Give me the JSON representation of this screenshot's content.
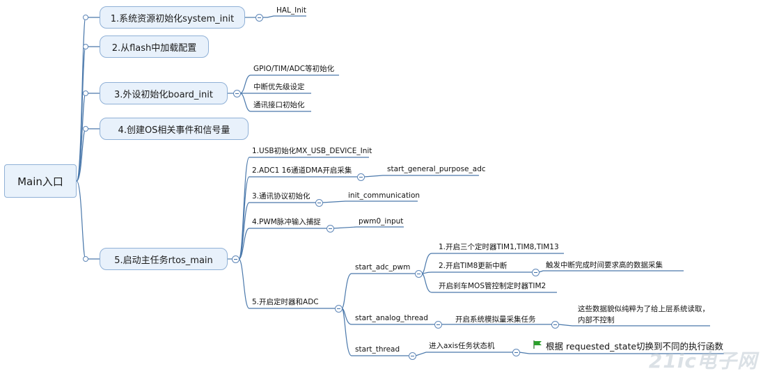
{
  "root": {
    "label": "Main入口"
  },
  "branches": [
    {
      "label": "1.系统资源初始化system_init",
      "children": [
        "HAL_Init"
      ]
    },
    {
      "label": "2.从flash中加载配置"
    },
    {
      "label": "3.外设初始化board_init",
      "children": [
        "GPIO/TIM/ADC等初始化",
        "中断优先级设定",
        "通讯接口初始化"
      ]
    },
    {
      "label": "4.创建OS相关事件和信号量"
    },
    {
      "label": "5.启动主任务rtos_main"
    }
  ],
  "rtos_items": [
    {
      "label": "1.USB初始化MX_USB_DEVICE_Init"
    },
    {
      "label": "2.ADC1 16通道DMA开启采集",
      "child": "start_general_purpose_adc"
    },
    {
      "label": "3.通讯协议初始化",
      "child": "init_communication"
    },
    {
      "label": "4.PWM脉冲输入捕捉",
      "child": "pwm0_input"
    },
    {
      "label": "5.开启定时器和ADC"
    }
  ],
  "timers": {
    "start_adc_pwm": {
      "label": "start_adc_pwm",
      "items": [
        "1.开启三个定时器TIM1,TIM8,TIM13",
        "2.开启TIM8更新中断",
        "开启刹车MOS管控制定时器TIM2"
      ],
      "interrupt_note": "触发中断完成时间要求高的数据采集"
    },
    "start_analog_thread": {
      "label": "start_analog_thread",
      "child": "开启系统模拟量采集任务",
      "note": "这些数据貌似纯粹为了给上层系统读取，内部不控制"
    },
    "start_thread": {
      "label": "start_thread",
      "child": "进入axis任务状态机",
      "flag_note": "根据 requested_state切换到不同的执行函数"
    }
  },
  "watermark": "21ic电子网",
  "colors": {
    "line": "#4a78ab",
    "topic_fill": "#e8f1fb",
    "topic_border": "#8fb0d6",
    "flag": "#2ca02c"
  }
}
